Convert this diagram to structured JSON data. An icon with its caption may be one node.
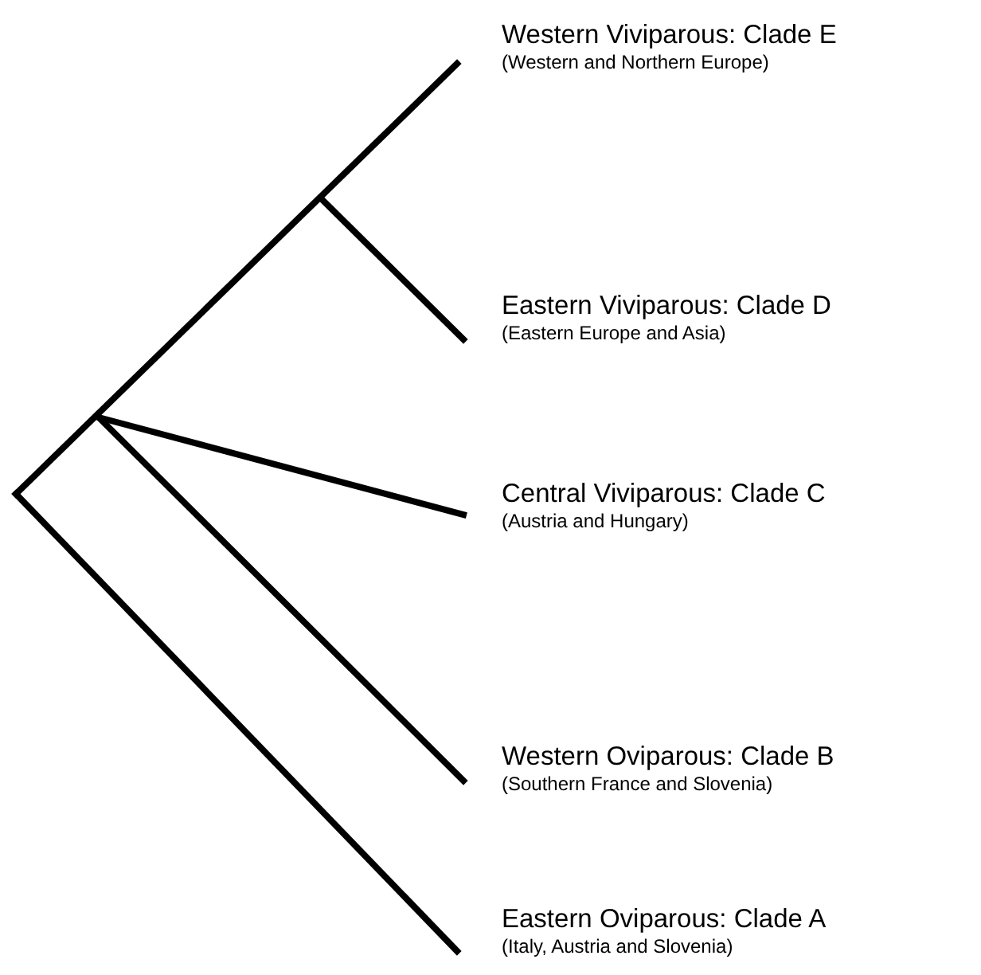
{
  "diagram": {
    "nodes": [
      {
        "text": [
          "Western Viviparous: Clade E",
          "(Western and Northern Europe)"
        ]
      },
      {
        "text": [
          "Eastern Viviparous: Clade D",
          "(Eastern Europe and Asia)"
        ]
      },
      {
        "text": [
          "Central Viviparous: Clade C",
          "(Austria  and Hungary)"
        ]
      },
      {
        "text": [
          "Western Oviparous: Clade B",
          "(Southern France and Slovenia)"
        ]
      },
      {
        "text": [
          "Eastern Oviparous: Clade A",
          "(Italy, Austria and Slovenia)"
        ]
      }
    ]
  }
}
